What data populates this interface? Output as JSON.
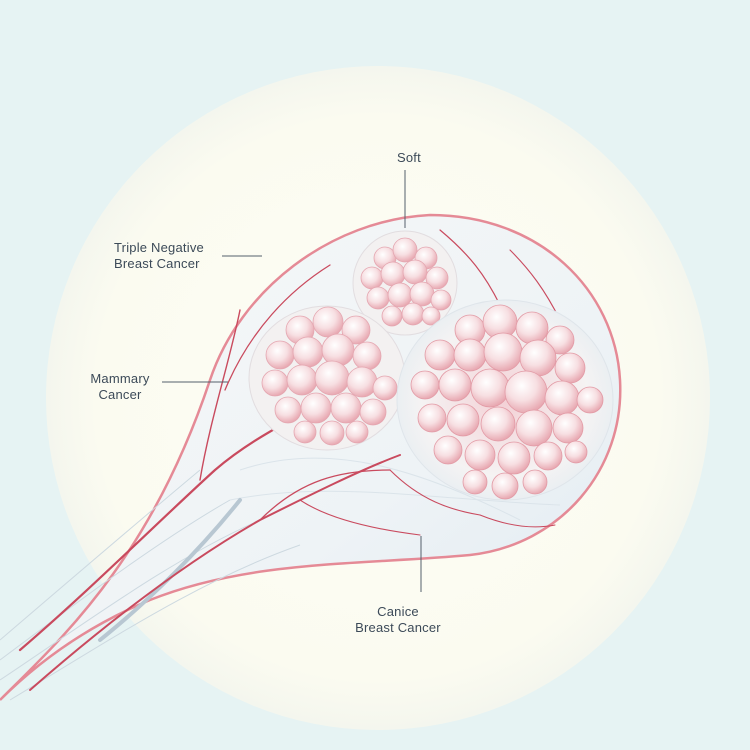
{
  "labels": {
    "top": {
      "line1": "Soft"
    },
    "left_upper": {
      "line1": "Triple Negative",
      "line2": "Breast Cancer"
    },
    "left_middle": {
      "line1": "Mammary",
      "line2": "Cancer"
    },
    "bottom": {
      "line1": "Canice",
      "line2": "Breast Cancer"
    }
  },
  "colors": {
    "background": "#e6f3f3",
    "disc": "#fbfbf2",
    "outline": "#e58a96",
    "vessel": "#c94a5e",
    "tissue": "#f0f4f6",
    "lobule": "#f4d4d8",
    "leader_line": "#55606c"
  }
}
